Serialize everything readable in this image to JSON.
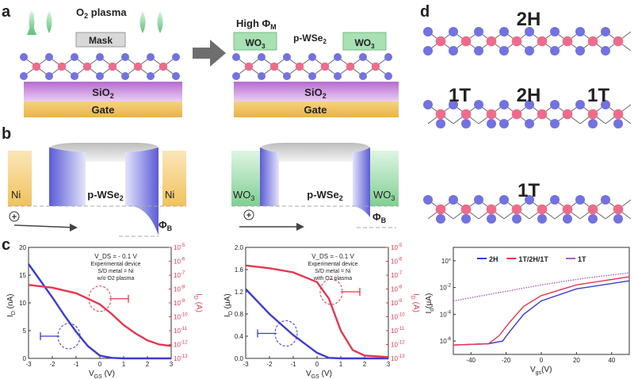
{
  "panel_letters": {
    "a": "a",
    "b": "b",
    "c": "c",
    "d": "d"
  },
  "panel_a": {
    "left": {
      "plasma": "O",
      "plasma_sub": "2",
      "plasma_tail": " plasma",
      "mask": "Mask",
      "substrate": "SiO",
      "substrate_sub": "2",
      "gate": "Gate"
    },
    "right": {
      "high_phi": "High Φ",
      "high_phi_sub": "M",
      "wo3_left": "WO",
      "wo3_left_sub": "3",
      "channel": "p-WSe",
      "channel_sub": "2",
      "wo3_right": "WO",
      "wo3_right_sub": "3",
      "substrate": "SiO",
      "substrate_sub": "2",
      "gate": "Gate"
    }
  },
  "panel_b": {
    "left": {
      "contact_left": "Ni",
      "contact_right": "Ni",
      "channel": "p-WSe",
      "channel_sub": "2",
      "barrier": "Φ",
      "barrier_sub": "B",
      "hole": "+"
    },
    "right": {
      "contact_left": "WO",
      "contact_left_sub": "3",
      "contact_right": "WO",
      "contact_right_sub": "3",
      "channel": "p-WSe",
      "channel_sub": "2",
      "barrier": "Φ",
      "barrier_sub": "B",
      "hole": "+"
    }
  },
  "panel_c": {
    "left": {
      "ylabel": "I",
      "ylabel_sub": "D",
      "ylabel_unit": " (nA)",
      "y2label": "I",
      "y2label_sub": "D",
      "y2label_unit": " (A)",
      "xlabel": "V",
      "xlabel_sub": "GS",
      "xlabel_unit": " (V)",
      "legend": [
        "V_DS = - 0.1 V",
        "Experimental device",
        "S/D metal = Ni",
        "w/o O2 plasma"
      ],
      "yticks": [
        "0",
        "5",
        "10",
        "15",
        "20"
      ],
      "y2ticks": [
        "10-13",
        "10-12",
        "10-11",
        "10-10",
        "10-9",
        "10-8",
        "10-7",
        "10-6",
        "10-5"
      ],
      "xticks": [
        "-3",
        "-2",
        "-1",
        "0",
        "1",
        "2",
        "3"
      ]
    },
    "right": {
      "ylabel": "I",
      "ylabel_sub": "D",
      "ylabel_unit": " (μA)",
      "y2label": "I",
      "y2label_sub": "D",
      "y2label_unit": " (A)",
      "xlabel": "V",
      "xlabel_sub": "GS",
      "xlabel_unit": " (V)",
      "legend": [
        "V_DS = - 0.1 V",
        "Experimental device",
        "S/D metal = Ni",
        "with O2 plasma"
      ],
      "yticks": [
        "0.0",
        "0.4",
        "0.8",
        "1.2",
        "1.6",
        "2.0"
      ],
      "y2ticks": [
        "10-13",
        "10-12",
        "10-11",
        "10-10",
        "10-9",
        "10-8",
        "10-7",
        "10-6",
        "10-5"
      ],
      "xticks": [
        "-3",
        "-2",
        "-1",
        "0",
        "1",
        "2",
        "3"
      ]
    }
  },
  "panel_d": {
    "lattice1": "2H",
    "lattice2_left": "1T",
    "lattice2_mid": "2H",
    "lattice2_right": "1T",
    "lattice3": "1T",
    "plot": {
      "ylabel": "I",
      "ylabel_sub": "d",
      "ylabel_unit": "(μA)",
      "xlabel": "V",
      "xlabel_sub": "gs",
      "xlabel_unit": "(V)",
      "legend": [
        "2H",
        "1T/2H/1T",
        "1T"
      ],
      "yticks": [
        "10-6",
        "10-4",
        "10-2",
        "10°"
      ],
      "xticks": [
        "-40",
        "-20",
        "0",
        "20",
        "40"
      ]
    }
  },
  "colors": {
    "blue": "#3b3bd6",
    "red": "#e8364f",
    "lattice_blue": "#7272e0",
    "lattice_pink": "#ef6b8b",
    "wo3": "#a9e0b4",
    "sio2": "#c98ed8",
    "gate": "#f3c66c"
  },
  "chart_data": [
    {
      "type": "line",
      "title": "",
      "xlabel": "VGS (V)",
      "ylabel": "ID (nA)",
      "y2label": "ID (A)",
      "xlim": [
        -3,
        3
      ],
      "ylim": [
        0,
        20
      ],
      "y2lim_log10": [
        -13,
        -5
      ],
      "series": [
        {
          "axis": "left",
          "x": [
            -3,
            -2.5,
            -2,
            -1.5,
            -1,
            -0.5,
            0,
            0.5,
            1,
            2,
            3
          ],
          "values": [
            17,
            14,
            11,
            7.8,
            4.8,
            2.2,
            0.5,
            0.1,
            0,
            0,
            0
          ]
        },
        {
          "axis": "right_log10",
          "x": [
            -3,
            -2,
            -1,
            -0.5,
            0,
            0.5,
            1,
            1.5,
            2,
            2.5,
            3
          ],
          "values": [
            -7.7,
            -7.9,
            -8.3,
            -8.7,
            -9.1,
            -9.8,
            -10.6,
            -11.2,
            -11.7,
            -12,
            -12.1
          ]
        }
      ]
    },
    {
      "type": "line",
      "title": "",
      "xlabel": "VGS (V)",
      "ylabel": "ID (μA)",
      "y2label": "ID (A)",
      "xlim": [
        -3,
        3
      ],
      "ylim": [
        0,
        2
      ],
      "y2lim_log10": [
        -13,
        -5
      ],
      "series": [
        {
          "axis": "left",
          "x": [
            -3,
            -2,
            -1,
            0,
            0.5,
            1,
            2,
            3
          ],
          "values": [
            1.25,
            0.8,
            0.42,
            0.1,
            0.01,
            0,
            0,
            0
          ]
        },
        {
          "axis": "right_log10",
          "x": [
            -3,
            -2,
            -1,
            0,
            0.5,
            1,
            1.5,
            2,
            3
          ],
          "values": [
            -6.3,
            -6.5,
            -6.8,
            -7.5,
            -8.7,
            -11,
            -12.4,
            -12.8,
            -12.9
          ]
        }
      ]
    },
    {
      "type": "line",
      "title": "",
      "xlabel": "Vgs(V)",
      "ylabel": "Id(μA)",
      "xlim": [
        -50,
        50
      ],
      "ylim_log10": [
        -7,
        1
      ],
      "series": [
        {
          "name": "2H",
          "x": [
            -50,
            -30,
            -22,
            -18,
            -10,
            0,
            20,
            50
          ],
          "values": [
            -6.3,
            -6.2,
            -6.0,
            -5.3,
            -4.0,
            -3.0,
            -2.1,
            -1.5
          ]
        },
        {
          "name": "1T/2H/1T",
          "x": [
            -50,
            -30,
            -24,
            -18,
            -10,
            0,
            20,
            50
          ],
          "values": [
            -6.3,
            -6.2,
            -5.6,
            -4.6,
            -3.4,
            -2.6,
            -1.8,
            -1.2
          ]
        },
        {
          "name": "1T",
          "x": [
            -50,
            -25,
            0,
            25,
            50
          ],
          "values": [
            -3.0,
            -2.4,
            -1.8,
            -1.3,
            -0.9
          ]
        }
      ]
    }
  ]
}
